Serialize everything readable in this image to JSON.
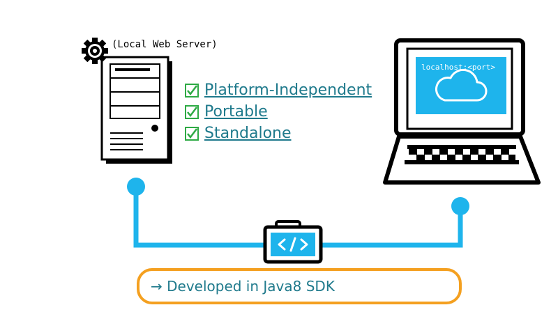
{
  "server": {
    "label": "(Local Web Server)"
  },
  "features": [
    {
      "label": "Platform-Independent"
    },
    {
      "label": "Portable"
    },
    {
      "label": "Standalone"
    }
  ],
  "laptop": {
    "url": "localhost:<port>"
  },
  "footer": {
    "text": "→ Developed in Java8 SDK"
  },
  "colors": {
    "connector": "#1eb4ec",
    "highlight_border": "#f4a020",
    "link_text": "#1f7a8c",
    "check": "#2eaa44"
  },
  "icons": [
    "gear-icon",
    "server-tower-icon",
    "checkbox-icon",
    "laptop-icon",
    "cloud-icon",
    "code-briefcase-icon"
  ]
}
